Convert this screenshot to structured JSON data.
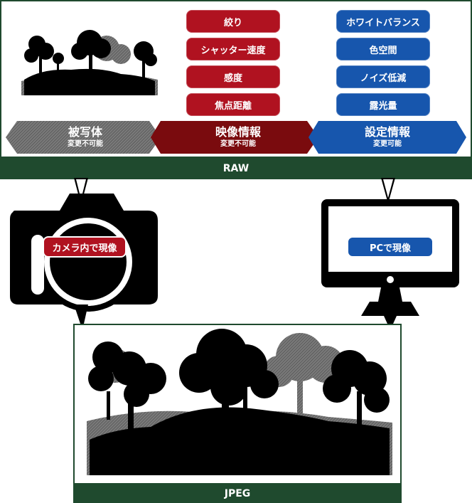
{
  "raw_section": {
    "label": "RAW",
    "aperture": "絞り",
    "shutter_speed": "シャッター速度",
    "sensitivity": "感度",
    "focal_length": "焦点距離",
    "white_balance": "ホワイトバランス",
    "color_space": "色空間",
    "noise_reduction": "ノイズ低減",
    "exposure": "露光量"
  },
  "flow": {
    "subject": {
      "title": "被写体",
      "subtitle": "変更不可能"
    },
    "image_info": {
      "title": "映像情報",
      "subtitle": "変更不可能"
    },
    "settings_info": {
      "title": "設定情報",
      "subtitle": "変更可能"
    }
  },
  "develop": {
    "in_camera": "カメラ内で現像",
    "on_pc": "PCで現像"
  },
  "jpeg_section": {
    "label": "JPEG"
  },
  "colors": {
    "dark_green": "#1f4a2e",
    "red": "#b01220",
    "dark_red": "#7a0b0e",
    "blue": "#1756ad",
    "gray": "#6b6b6b"
  }
}
